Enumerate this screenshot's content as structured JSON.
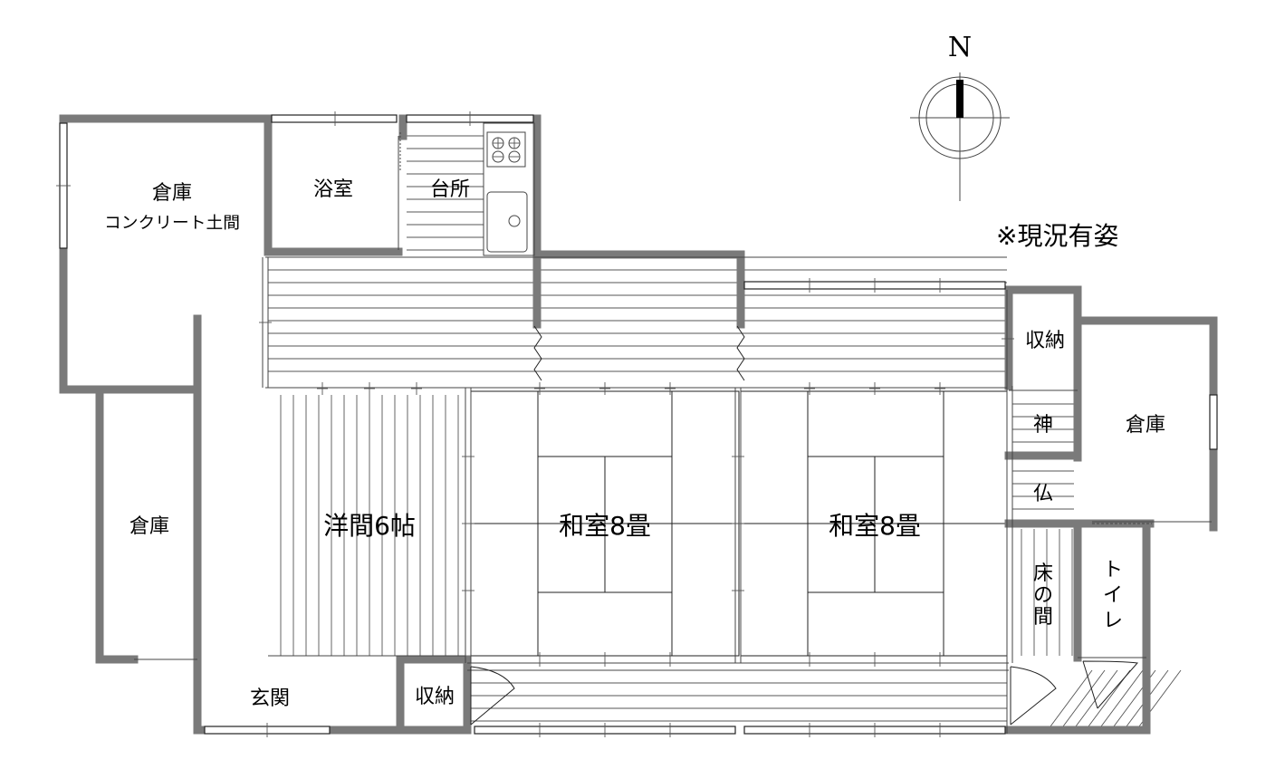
{
  "compass": {
    "label": "N"
  },
  "note": "※現況有姿",
  "rooms": {
    "storage_nw_1": "倉庫",
    "storage_nw_2": "コンクリート土間",
    "bath": "浴室",
    "kitchen": "台所",
    "storage_w": "倉庫",
    "western_room": "洋間6帖",
    "washitsu_1": "和室8畳",
    "washitsu_2": "和室8畳",
    "closet_e": "収納",
    "storage_e": "倉庫",
    "kamidana": "神",
    "butsudan": "仏",
    "tokonoma": [
      "床",
      "の",
      "間"
    ],
    "toilet": [
      "ト",
      "イ",
      "レ"
    ],
    "entrance": "玄関",
    "closet_s": "収納"
  }
}
